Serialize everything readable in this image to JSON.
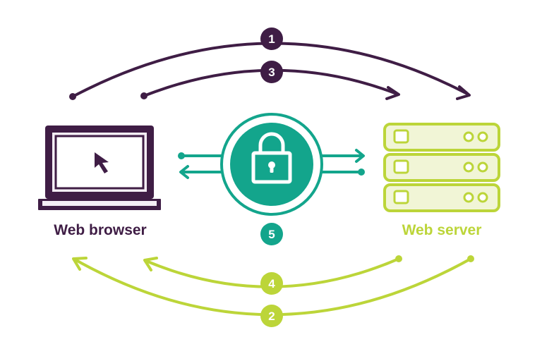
{
  "colors": {
    "purple": "#3f1d45",
    "lime": "#bcd539",
    "lime_light": "#f1f5d6",
    "teal": "#13a58c",
    "white": "#ffffff"
  },
  "nodes": {
    "browser": {
      "label": "Web browser",
      "icon": "laptop-icon"
    },
    "server": {
      "label": "Web server",
      "icon": "server-stack-icon"
    },
    "lock": {
      "icon": "padlock-icon"
    }
  },
  "steps": {
    "one": "1",
    "two": "2",
    "three": "3",
    "four": "4",
    "five": "5"
  }
}
